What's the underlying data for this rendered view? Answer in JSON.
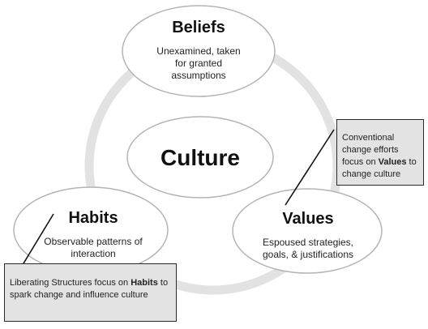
{
  "center": {
    "label": "Culture"
  },
  "nodes": {
    "beliefs": {
      "title": "Beliefs",
      "desc_lines": [
        "Unexamined, taken",
        "for granted",
        "assumptions"
      ]
    },
    "values": {
      "title": "Values",
      "desc_lines": [
        "Espoused strategies,",
        "goals, & justifications"
      ]
    },
    "habits": {
      "title": "Habits",
      "desc_lines": [
        "Observable patterns of",
        "interaction"
      ]
    }
  },
  "callouts": {
    "values": {
      "before": "Conventional change efforts focus on ",
      "emphasis": "Values",
      "after": " to change culture"
    },
    "habits": {
      "before": "Liberating Structures focus on ",
      "emphasis": "Habits",
      "after": " to spark change and influence culture"
    }
  },
  "colors": {
    "ring": "#e2e2e2",
    "ellipse_stroke": "#b4b4b4",
    "callout_fill": "#e3e3e3",
    "callout_border": "#2a2a2a",
    "text": "#111111"
  }
}
